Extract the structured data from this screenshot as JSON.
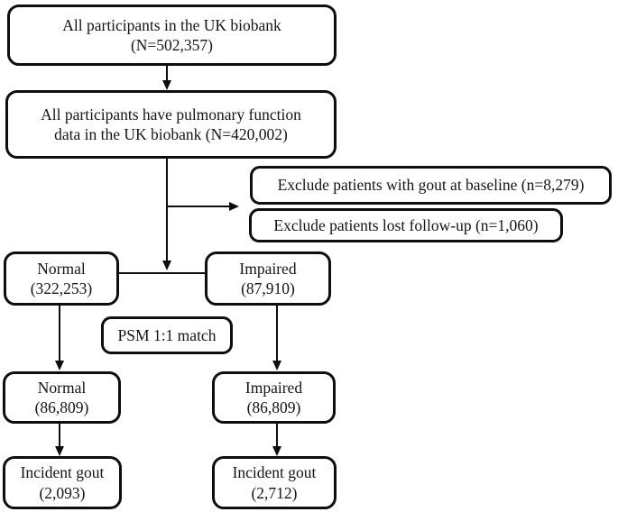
{
  "flowchart": {
    "colors": {
      "border": "#0e0e0e",
      "background": "#ffffff",
      "text": "#151515"
    },
    "boxes": {
      "all_participants": {
        "line1": "All participants in the UK biobank",
        "line2": "(N=502,357)"
      },
      "pulmonary": {
        "line1": "All participants have pulmonary function",
        "line2": "data in the UK biobank (N=420,002)"
      },
      "exclude_gout": {
        "line1": "Exclude patients with gout at baseline (n=8,279)"
      },
      "exclude_followup": {
        "line1": "Exclude patients lost follow-up (n=1,060)"
      },
      "normal_prematch": {
        "line1": "Normal",
        "line2": "(322,253)"
      },
      "impaired_prematch": {
        "line1": "Impaired",
        "line2": "(87,910)"
      },
      "psm": {
        "line1": "PSM 1:1 match"
      },
      "normal_matched": {
        "line1": "Normal",
        "line2": "(86,809)"
      },
      "impaired_matched": {
        "line1": "Impaired",
        "line2": "(86,809)"
      },
      "incident_normal": {
        "line1": "Incident gout",
        "line2": "(2,093)"
      },
      "incident_impaired": {
        "line1": "Incident gout",
        "line2": "(2,712)"
      }
    }
  }
}
